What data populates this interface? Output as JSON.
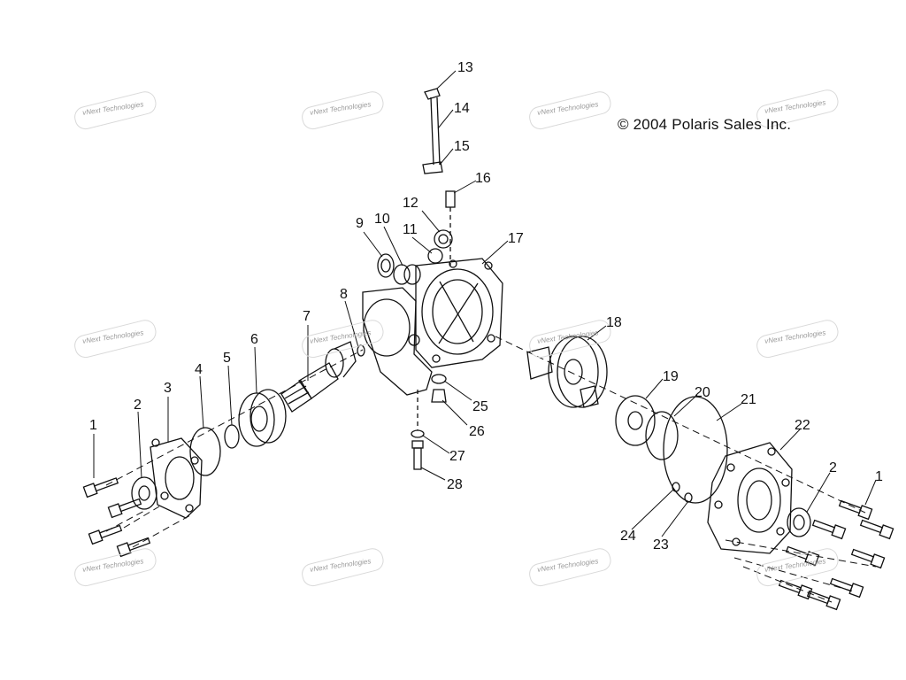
{
  "copyright": "© 2004 Polaris Sales Inc.",
  "watermark": "vNext Technologies",
  "callouts": {
    "c1a": "1",
    "c2a": "2",
    "c3": "3",
    "c4": "4",
    "c5": "5",
    "c6": "6",
    "c7": "7",
    "c8": "8",
    "c9": "9",
    "c10": "10",
    "c11": "11",
    "c12": "12",
    "c13": "13",
    "c14": "14",
    "c15": "15",
    "c16": "16",
    "c17": "17",
    "c18": "18",
    "c19": "19",
    "c20": "20",
    "c21": "21",
    "c22": "22",
    "c2b": "2",
    "c1b": "1",
    "c23": "23",
    "c24": "24",
    "c25": "25",
    "c26": "26",
    "c27": "27",
    "c28": "28"
  }
}
